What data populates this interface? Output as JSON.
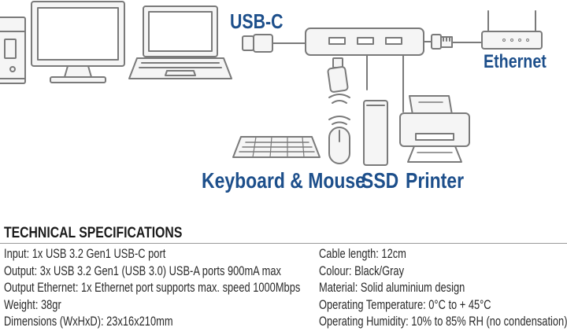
{
  "labels": {
    "usbc": "USB-C",
    "ethernet": "Ethernet",
    "keyboard_mouse": "Keyboard & Mouse",
    "ssd": "SSD",
    "printer": "Printer"
  },
  "devices": [
    "computer-tower-icon",
    "monitor-icon",
    "laptop-icon",
    "usb-c-plug-icon",
    "usb-hub-icon",
    "rj45-plug-icon",
    "router-icon",
    "usb-dongle-icon",
    "wireless-signal-icon",
    "mouse-icon",
    "keyboard-icon",
    "ssd-icon",
    "printer-icon"
  ],
  "colors": {
    "accent": "#1d4f8b",
    "line": "#7a7a7a",
    "fill": "#f5f5f5"
  },
  "specs": {
    "title": "TECHNICAL SPECIFICATIONS",
    "left": [
      "Input: 1x USB 3.2 Gen1 USB-C port",
      "Output: 3x USB 3.2 Gen1 (USB 3.0) USB-A ports 900mA max",
      "Output Ethernet: 1x Ethernet port supports max. speed 1000Mbps",
      "Weight: 38gr",
      "Dimensions (WxHxD): 23x16x210mm"
    ],
    "right": [
      "Cable length: 12cm",
      "Colour: Black/Gray",
      "Material: Solid aluminium design",
      "Operating Temperature: 0°C to + 45°C",
      "Operating Humidity: 10% to 85% RH (no condensation)"
    ]
  }
}
